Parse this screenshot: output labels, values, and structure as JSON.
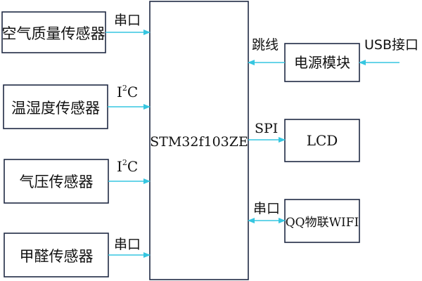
{
  "diagram": {
    "cpu": {
      "label": "STM32f103ZE"
    },
    "sensors": [
      {
        "label": "空气质量传感器",
        "interface": "串口"
      },
      {
        "label": "温湿度传感器",
        "interface": "I2C"
      },
      {
        "label": "气压传感器",
        "interface": "I2C"
      },
      {
        "label": "甲醛传感器",
        "interface": "串口"
      }
    ],
    "power": {
      "label": "电源模块",
      "link_label": "跳线",
      "input_label": "USB接口"
    },
    "lcd": {
      "label": "LCD",
      "link_label": "SPI"
    },
    "wifi": {
      "label": "QQ物联WIFI",
      "link_label": "串口"
    },
    "colors": {
      "arrow": "#36c6e0",
      "box_stroke": "#1f2a44"
    }
  }
}
